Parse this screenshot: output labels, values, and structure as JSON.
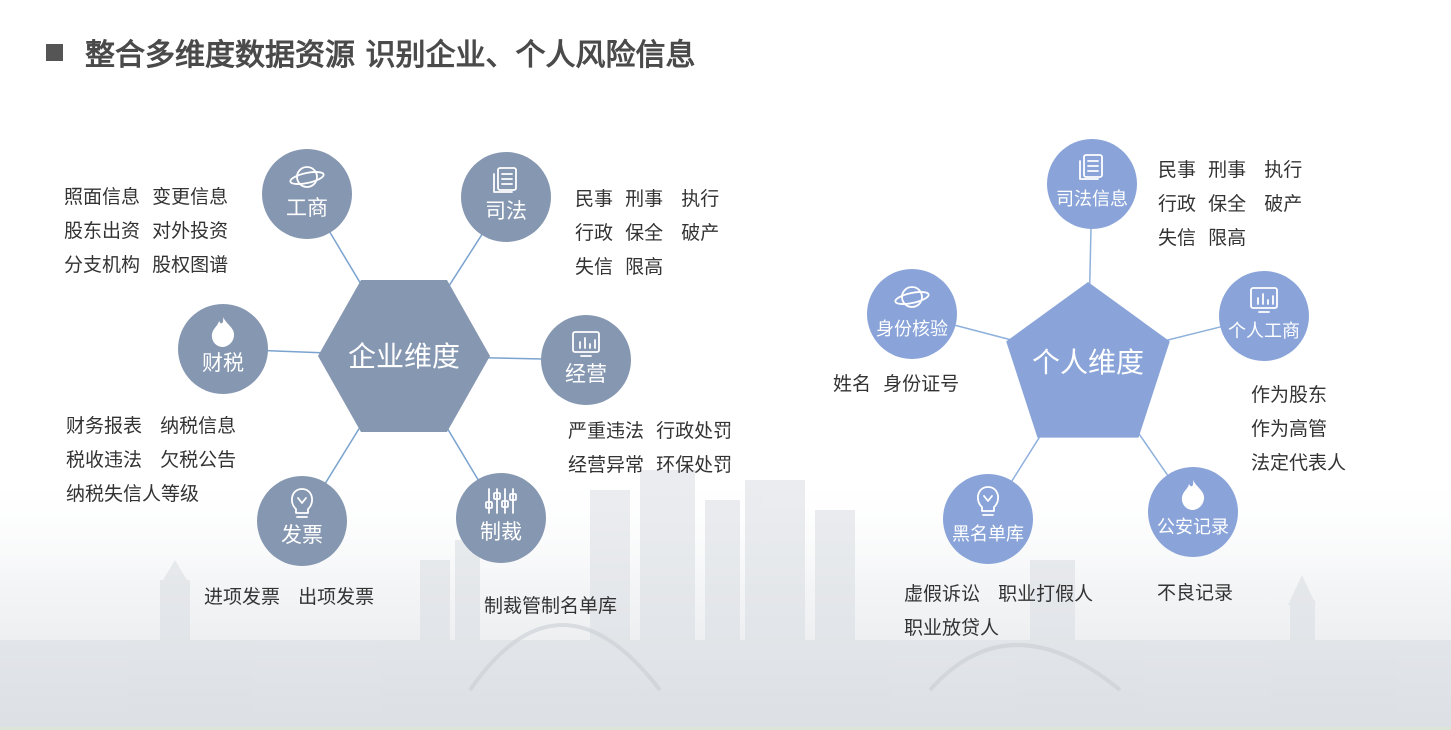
{
  "title": "整合多维度数据资源 识别企业、个人风险信息",
  "colors": {
    "enterprise": "#8697b1",
    "personal": "#8aa4d9",
    "connector_enterprise": "#7aa3cf",
    "connector_personal": "#8eb0dc",
    "text": "#333333",
    "title": "#4a4a4a"
  },
  "enterprise": {
    "center": {
      "label": "企业维度"
    },
    "nodes": [
      {
        "id": "gongshang",
        "label": "工商",
        "icon": "planet-icon",
        "details": [
          "照面信息  变更信息",
          "股东出资  对外投资",
          "分支机构  股权图谱"
        ]
      },
      {
        "id": "sifa",
        "label": "司法",
        "icon": "document-icon",
        "details": [
          "民事  刑事   执行",
          "行政  保全   破产",
          "失信  限高"
        ]
      },
      {
        "id": "caishui",
        "label": "财税",
        "icon": "flame-icon",
        "details": [
          "财务报表   纳税信息",
          "税收违法   欠税公告",
          "纳税失信人等级"
        ]
      },
      {
        "id": "jingying",
        "label": "经营",
        "icon": "chart-icon",
        "details": [
          "严重违法  行政处罚",
          "经营异常  环保处罚"
        ]
      },
      {
        "id": "fapiao",
        "label": "发票",
        "icon": "lightbulb-icon",
        "details": [
          "进项发票   出项发票"
        ]
      },
      {
        "id": "zhicai",
        "label": "制裁",
        "icon": "sliders-icon",
        "details": [
          "制裁管制名单库"
        ]
      }
    ]
  },
  "personal": {
    "center": {
      "label": "个人维度"
    },
    "nodes": [
      {
        "id": "sifaxinxi",
        "label": "司法信息",
        "icon": "document-icon",
        "details": [
          "民事  刑事   执行",
          "行政  保全   破产",
          "失信  限高"
        ]
      },
      {
        "id": "shenfen",
        "label": "身份核验",
        "icon": "planet-icon",
        "details": [
          "姓名  身份证号"
        ]
      },
      {
        "id": "gerengongshang",
        "label": "个人工商",
        "icon": "chart-icon",
        "details": [
          "作为股东",
          "作为高管",
          "法定代表人"
        ]
      },
      {
        "id": "heiming",
        "label": "黑名单库",
        "icon": "lightbulb-icon",
        "details": [
          "虚假诉讼   职业打假人",
          "职业放贷人"
        ]
      },
      {
        "id": "gongan",
        "label": "公安记录",
        "icon": "flame-icon",
        "details": [
          "不良记录"
        ]
      }
    ]
  }
}
